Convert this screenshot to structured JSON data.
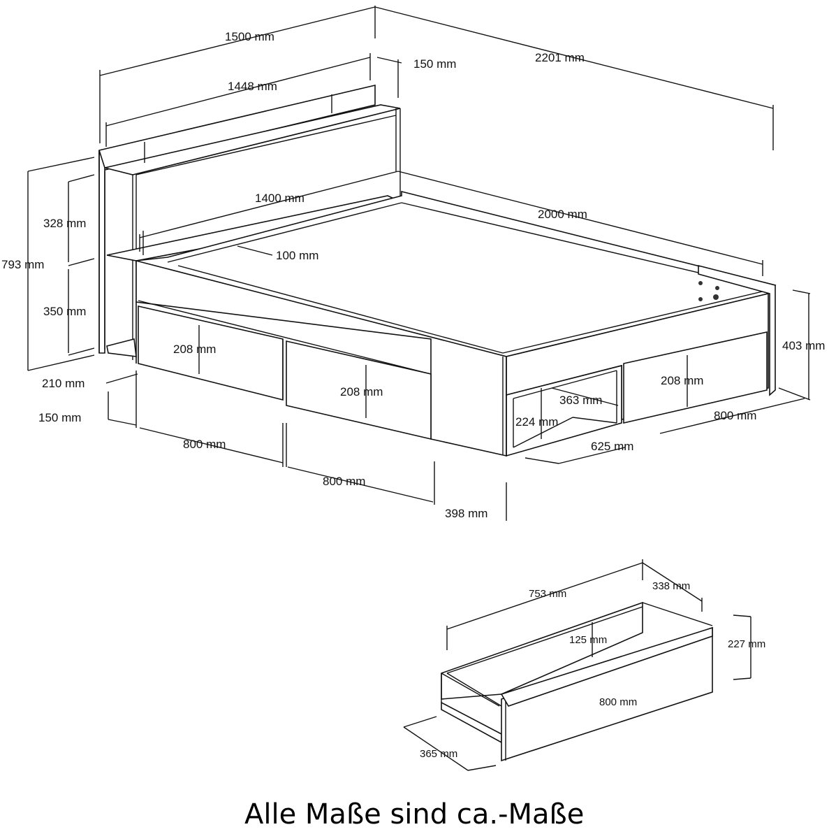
{
  "bed": {
    "dimensions": {
      "overall_width": "1500 mm",
      "total_length": "2201 mm",
      "headboard_width": "1448 mm",
      "headboard_depth": "150 mm",
      "inner_width": "1400 mm",
      "inner_length": "2000 mm",
      "shelf_depth": "100 mm",
      "upper_shelf_gap": "328 mm",
      "lower_shelf_gap": "350 mm",
      "total_height": "793 mm",
      "frame_height": "403 mm",
      "side_offset": "210 mm",
      "front_offset": "150 mm",
      "drawer_height_front_left": "208 mm",
      "drawer_height_front_middle": "208 mm",
      "drawer_height_side": "208 mm",
      "drawer_width_left": "800 mm",
      "drawer_width_middle": "800 mm",
      "drawer_width_side": "800 mm",
      "end_panel_width": "398 mm",
      "open_compartment_height": "224 mm",
      "open_compartment_depth": "363 mm",
      "open_compartment_width": "625 mm"
    }
  },
  "drawer": {
    "dimensions": {
      "depth": "753 mm",
      "side_width": "338 mm",
      "inner_height": "125 mm",
      "total_height": "227 mm",
      "front_width": "800 mm",
      "front_depth": "365 mm"
    }
  },
  "caption": "Alle Maße sind ca.-Maße"
}
